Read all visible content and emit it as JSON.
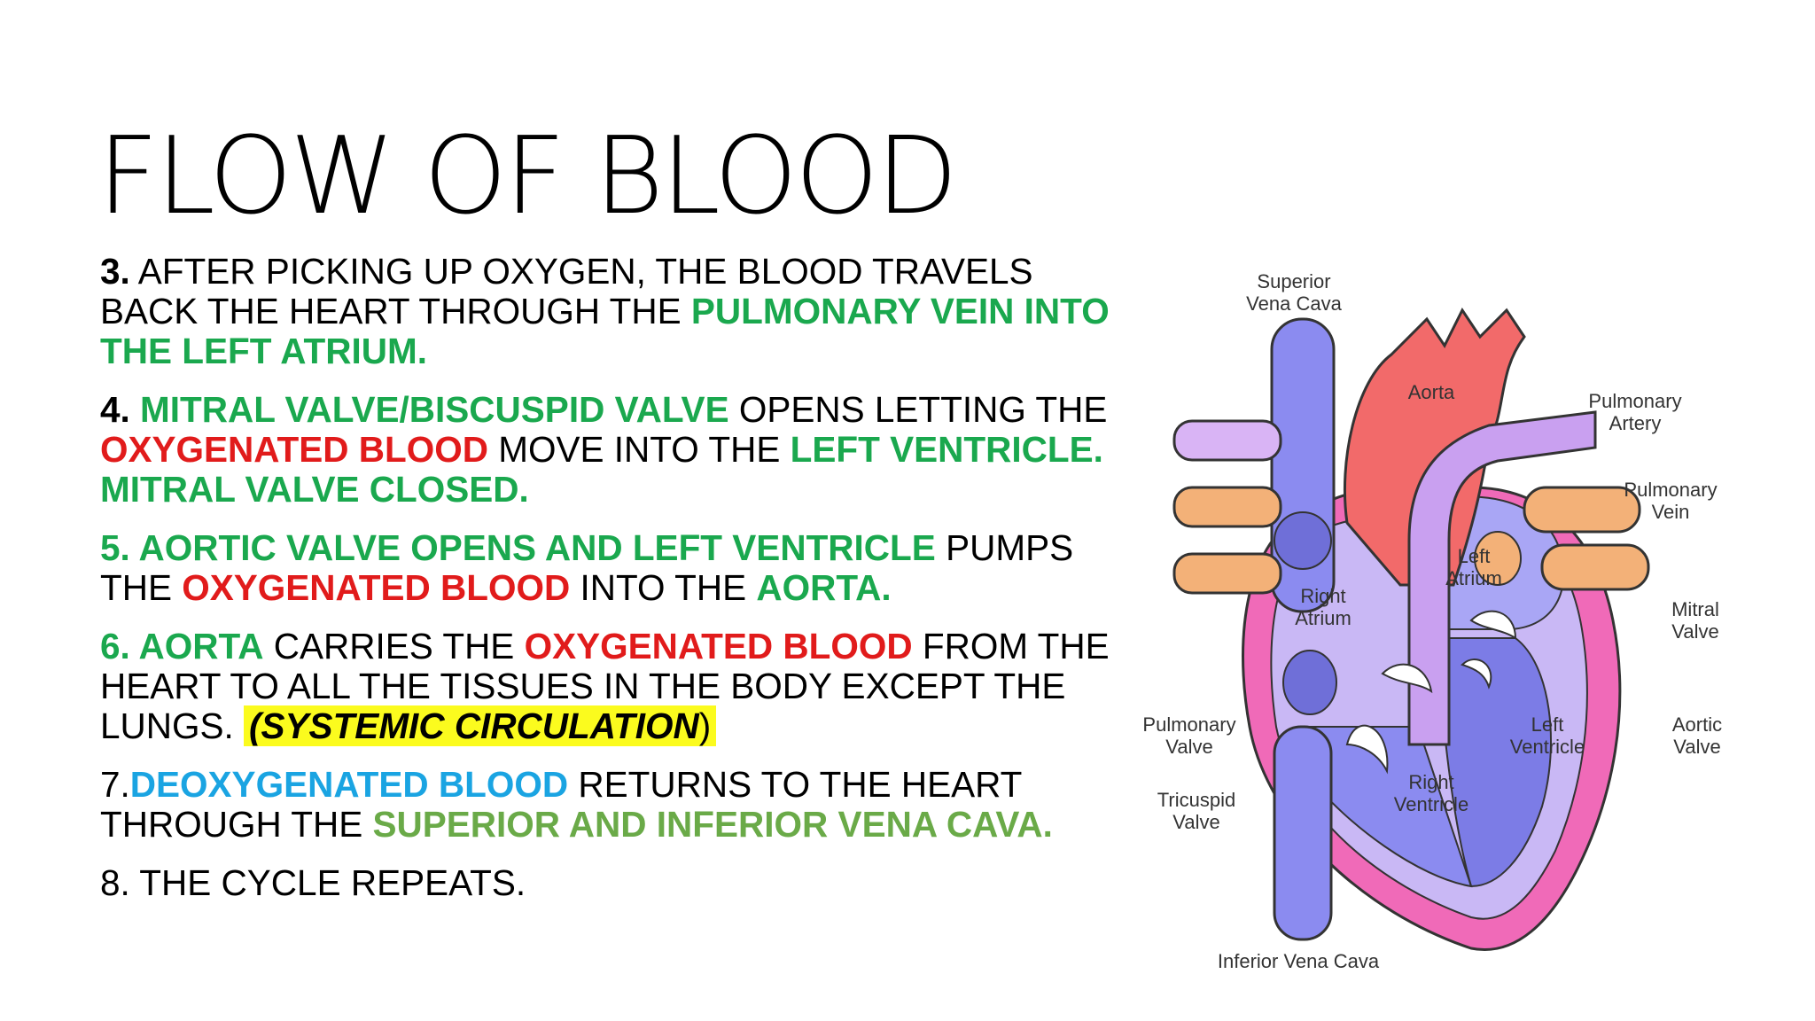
{
  "title": "FLOW OF BLOOD",
  "steps": {
    "s3": {
      "num": "3.",
      "t1": " AFTER PICKING UP OXYGEN, THE BLOOD TRAVELS BACK THE HEART THROUGH THE ",
      "g1": "PULMONARY VEIN INTO THE LEFT ATRIUM."
    },
    "s4": {
      "num": "4.",
      "g1": " MITRAL VALVE/BISCUSPID VALVE",
      "t1": " OPENS LETTING THE ",
      "r1": "OXYGENATED BLOOD",
      "t2": " MOVE INTO THE ",
      "g2": "LEFT VENTRICLE. MITRAL VALVE CLOSED."
    },
    "s5": {
      "g1": "5. AORTIC VALVE OPENS AND LEFT VENTRICLE",
      "t1": " PUMPS THE ",
      "r1": "OXYGENATED BLOOD",
      "t2": " INTO THE ",
      "g2": "AORTA."
    },
    "s6": {
      "g1": "6. AORTA",
      "t1": " CARRIES THE ",
      "r1": "OXYGENATED BLOOD",
      "t2": " FROM THE HEART TO ALL THE TISSUES IN THE BODY EXCEPT THE LUNGS. ",
      "hl": "(SYSTEMIC CIRCULATION",
      "hlend": ")"
    },
    "s7": {
      "num": "7.",
      "b1": "DEOXYGENATED BLOOD",
      "t1": " RETURNS TO THE HEART THROUGH THE ",
      "o1": "SUPERIOR AND INFERIOR VENA CAVA."
    },
    "s8": {
      "t1": "8. THE CYCLE REPEATS."
    }
  },
  "diagram": {
    "labels": {
      "superior_vena_cava": [
        "Superior",
        "Vena Cava"
      ],
      "aorta": "Aorta",
      "pulmonary_artery": [
        "Pulmonary",
        "Artery"
      ],
      "pulmonary_vein": [
        "Pulmonary",
        "Vein"
      ],
      "left_atrium": [
        "Left",
        "Atrium"
      ],
      "right_atrium": [
        "Right",
        "Atrium"
      ],
      "mitral_valve": [
        "Mitral",
        "Valve"
      ],
      "aortic_valve": [
        "Aortic",
        "Valve"
      ],
      "pulmonary_valve": [
        "Pulmonary",
        "Valve"
      ],
      "left_ventricle": [
        "Left",
        "Ventricle"
      ],
      "right_ventricle": [
        "Right",
        "Ventricle"
      ],
      "tricuspid_valve": [
        "Tricuspid",
        "Valve"
      ],
      "inferior_vena_cava": "Inferior Vena Cava"
    },
    "colors": {
      "deoxygenated": "#8b8bf0",
      "oxygenated": "#f26a6a",
      "pulmonary_artery": "#c9a0f0",
      "pulmonary_vein": "#f3b178",
      "heart_wall": "#f06ab8"
    }
  }
}
